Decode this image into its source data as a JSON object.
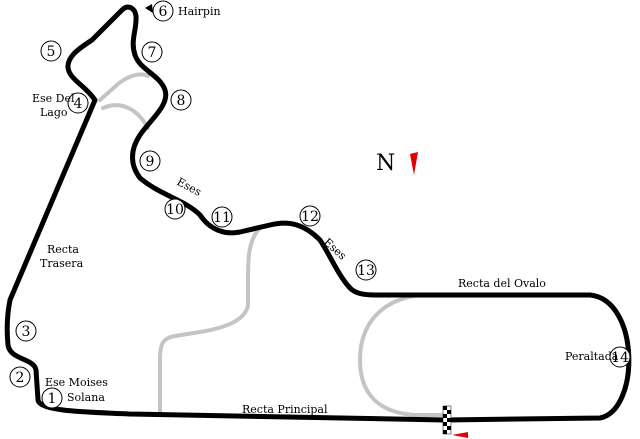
{
  "map": {
    "track_color": "#000000",
    "alt_track_color": "#c4c4c4",
    "marker_color": "#e00000",
    "north_label": "N",
    "corners": [
      {
        "number": "1"
      },
      {
        "number": "2"
      },
      {
        "number": "3"
      },
      {
        "number": "4"
      },
      {
        "number": "5"
      },
      {
        "number": "6"
      },
      {
        "number": "7"
      },
      {
        "number": "8"
      },
      {
        "number": "9"
      },
      {
        "number": "10"
      },
      {
        "number": "11"
      },
      {
        "number": "12"
      },
      {
        "number": "13"
      },
      {
        "number": "14"
      }
    ],
    "labels": {
      "hairpin": "Hairpin",
      "ese_del": "Ese Del",
      "lago": "Lago",
      "eses_1": "Eses",
      "eses_2": "Eses",
      "recta": "Recta",
      "trasera": "Trasera",
      "ese_moises": "Ese Moises",
      "solana": "Solana",
      "recta_principal": "Recta Principal",
      "recta_del_ovalo": "Recta del Ovalo",
      "peraltada": "Peraltada"
    }
  }
}
